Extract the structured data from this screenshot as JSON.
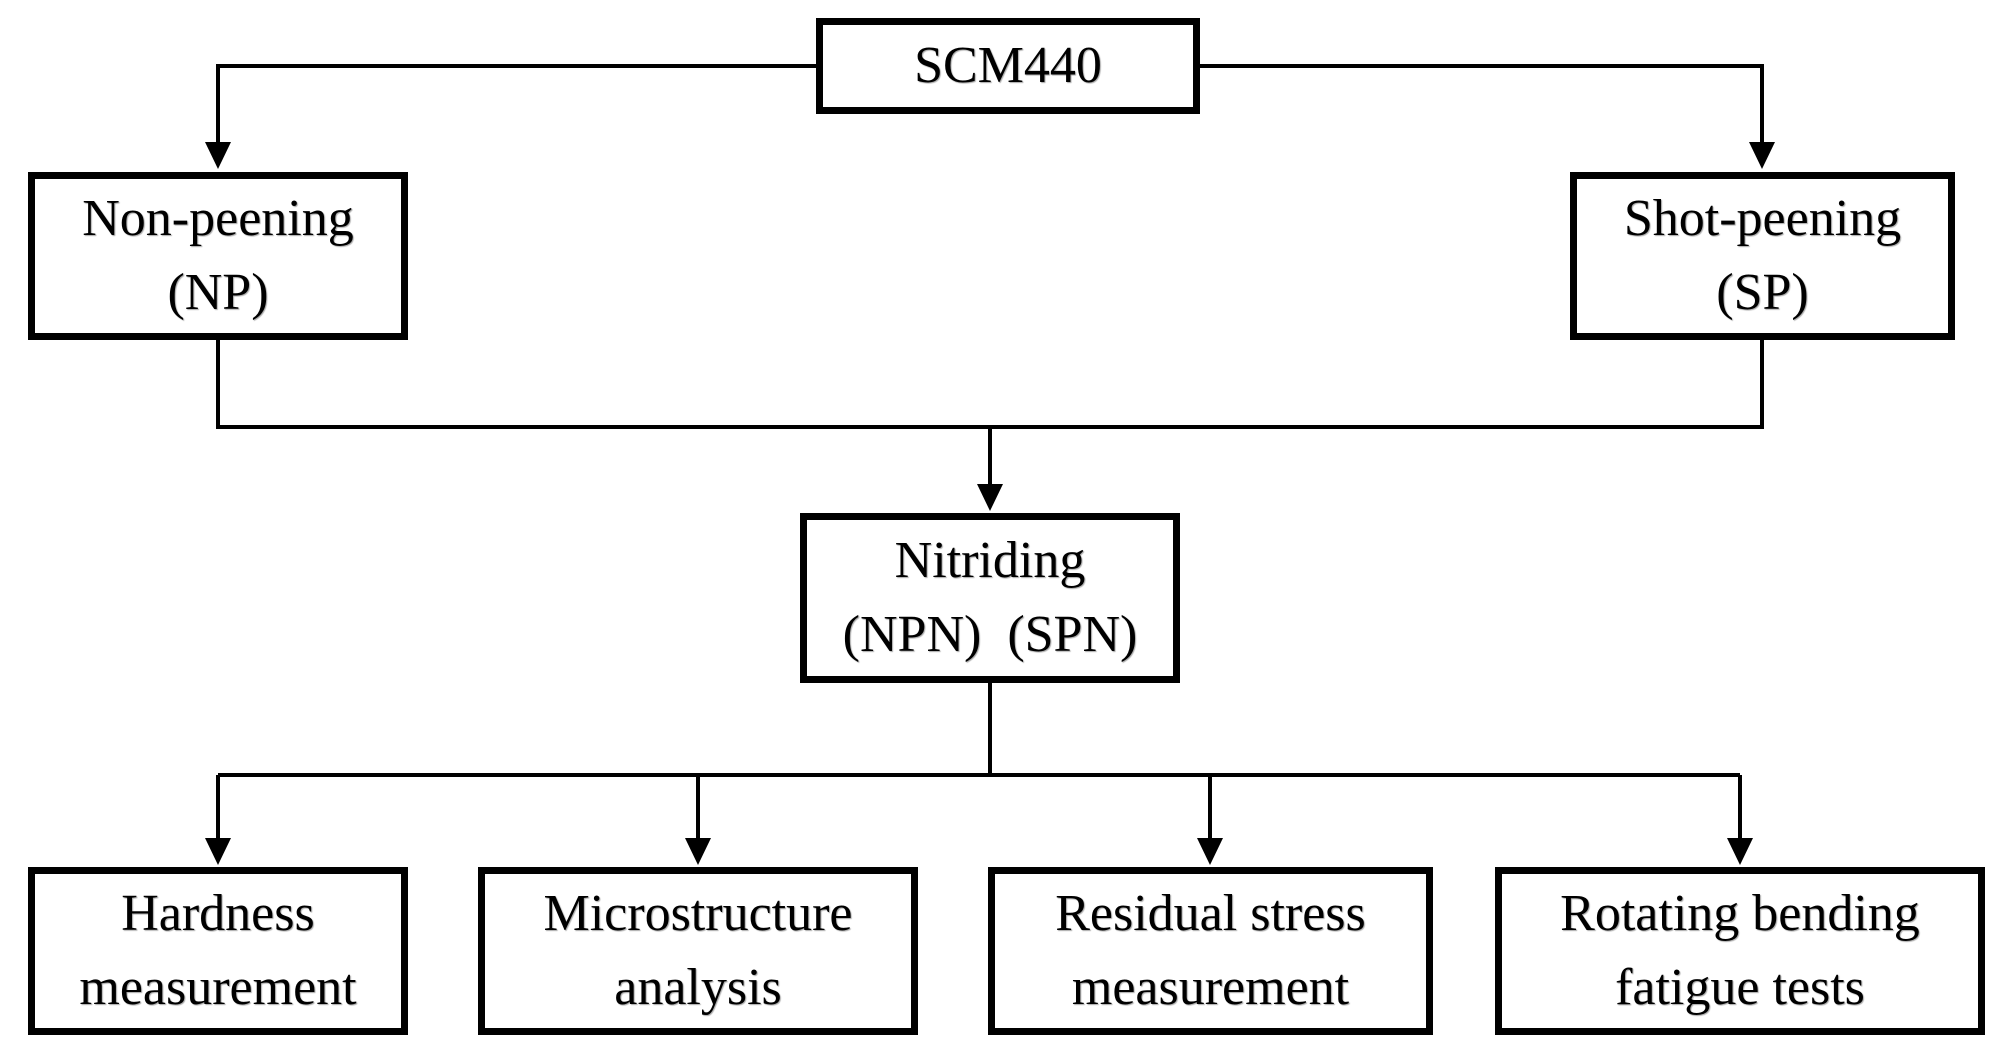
{
  "figure": {
    "type": "flowchart",
    "background_color": "#ffffff",
    "box_border_color": "#000000",
    "connector_color": "#000000",
    "text_color": "#000000",
    "nodes": {
      "scm440": {
        "lines": [
          "SCM440"
        ]
      },
      "non_peening": {
        "lines": [
          "Non-peening",
          "(NP)"
        ]
      },
      "shot_peening": {
        "lines": [
          "Shot-peening",
          "(SP)"
        ]
      },
      "nitriding": {
        "lines": [
          "Nitriding",
          "(NPN)  (SPN)"
        ]
      },
      "hardness": {
        "lines": [
          "Hardness",
          "measurement"
        ]
      },
      "microstructure": {
        "lines": [
          "Microstructure",
          "analysis"
        ]
      },
      "residual": {
        "lines": [
          "Residual stress",
          "measurement"
        ]
      },
      "rotating": {
        "lines": [
          "Rotating bending",
          "fatigue tests"
        ]
      }
    },
    "edges": [
      {
        "from": "SCM440",
        "to": "Non-peening (NP)"
      },
      {
        "from": "SCM440",
        "to": "Shot-peening (SP)"
      },
      {
        "from": "Non-peening (NP)",
        "to": "Nitriding (NPN) (SPN)"
      },
      {
        "from": "Shot-peening (SP)",
        "to": "Nitriding (NPN) (SPN)"
      },
      {
        "from": "Nitriding (NPN) (SPN)",
        "to": "Hardness measurement"
      },
      {
        "from": "Nitriding (NPN) (SPN)",
        "to": "Microstructure analysis"
      },
      {
        "from": "Nitriding (NPN) (SPN)",
        "to": "Residual stress measurement"
      },
      {
        "from": "Nitriding (NPN) (SPN)",
        "to": "Rotating bending fatigue tests"
      }
    ]
  }
}
